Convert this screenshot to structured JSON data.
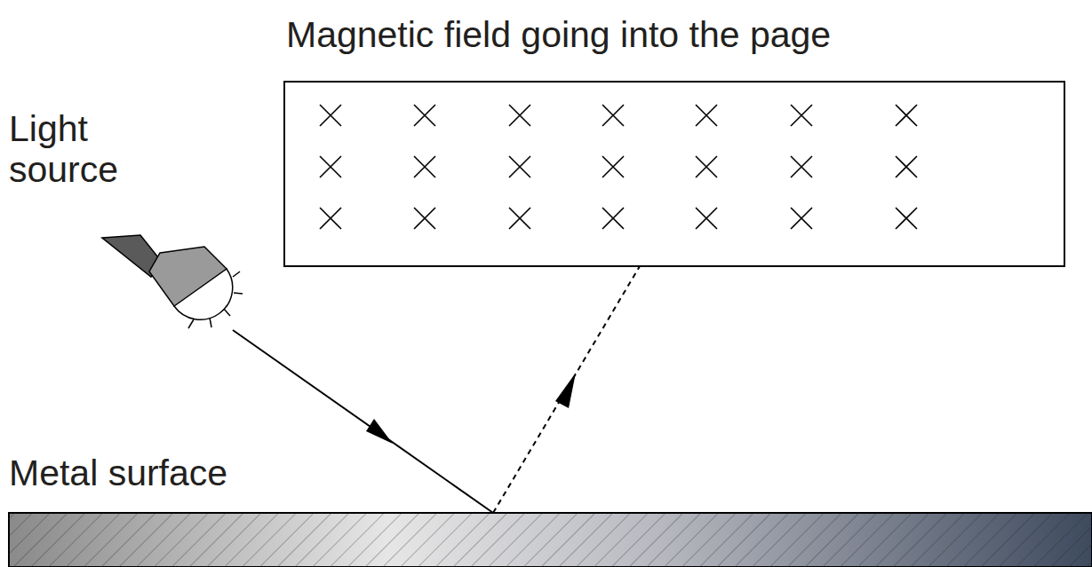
{
  "diagram": {
    "labels": [
      "Magnetic field going into the page",
      "Light source",
      "Metal surface"
    ]
  }
}
